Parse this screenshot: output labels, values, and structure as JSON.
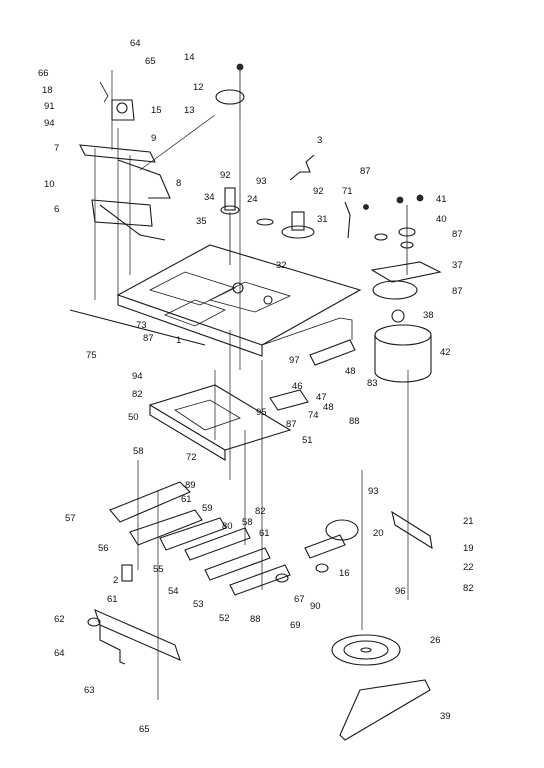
{
  "diagram": {
    "callouts": [
      {
        "id": "c64a",
        "text": "64"
      },
      {
        "id": "c65a",
        "text": "65"
      },
      {
        "id": "c66",
        "text": "66"
      },
      {
        "id": "c14",
        "text": "14"
      },
      {
        "id": "c12",
        "text": "12"
      },
      {
        "id": "c18",
        "text": "18"
      },
      {
        "id": "c91",
        "text": "91"
      },
      {
        "id": "c15",
        "text": "15"
      },
      {
        "id": "c13",
        "text": "13"
      },
      {
        "id": "c94a",
        "text": "94"
      },
      {
        "id": "c9",
        "text": "9"
      },
      {
        "id": "c3",
        "text": "3"
      },
      {
        "id": "c7",
        "text": "7"
      },
      {
        "id": "c92a",
        "text": "92"
      },
      {
        "id": "c93a",
        "text": "93"
      },
      {
        "id": "c87a",
        "text": "87"
      },
      {
        "id": "c10",
        "text": "10"
      },
      {
        "id": "c8",
        "text": "8"
      },
      {
        "id": "c34",
        "text": "34"
      },
      {
        "id": "c24",
        "text": "24"
      },
      {
        "id": "c92b",
        "text": "92"
      },
      {
        "id": "c71",
        "text": "71"
      },
      {
        "id": "c41",
        "text": "41"
      },
      {
        "id": "c6",
        "text": "6"
      },
      {
        "id": "c31",
        "text": "31"
      },
      {
        "id": "c40",
        "text": "40"
      },
      {
        "id": "c35",
        "text": "35"
      },
      {
        "id": "c87b",
        "text": "87"
      },
      {
        "id": "c32",
        "text": "32"
      },
      {
        "id": "c37",
        "text": "37"
      },
      {
        "id": "c87c",
        "text": "87"
      },
      {
        "id": "c73",
        "text": "73"
      },
      {
        "id": "c38",
        "text": "38"
      },
      {
        "id": "c87d",
        "text": "87"
      },
      {
        "id": "c1",
        "text": "1"
      },
      {
        "id": "c75",
        "text": "75"
      },
      {
        "id": "c42",
        "text": "42"
      },
      {
        "id": "c97",
        "text": "97"
      },
      {
        "id": "c83",
        "text": "83"
      },
      {
        "id": "c94b",
        "text": "94"
      },
      {
        "id": "c46",
        "text": "46"
      },
      {
        "id": "c47",
        "text": "47"
      },
      {
        "id": "c48a",
        "text": "48"
      },
      {
        "id": "c48b",
        "text": "48"
      },
      {
        "id": "c82a",
        "text": "82"
      },
      {
        "id": "c88a",
        "text": "88"
      },
      {
        "id": "c50",
        "text": "50"
      },
      {
        "id": "c95",
        "text": "95"
      },
      {
        "id": "c74",
        "text": "74"
      },
      {
        "id": "c87e",
        "text": "87"
      },
      {
        "id": "c51",
        "text": "51"
      },
      {
        "id": "c58a",
        "text": "58"
      },
      {
        "id": "c72",
        "text": "72"
      },
      {
        "id": "c89",
        "text": "89"
      },
      {
        "id": "c61a",
        "text": "61"
      },
      {
        "id": "c93b",
        "text": "93"
      },
      {
        "id": "c82b",
        "text": "82"
      },
      {
        "id": "c57",
        "text": "57"
      },
      {
        "id": "c59",
        "text": "59"
      },
      {
        "id": "c80",
        "text": "80"
      },
      {
        "id": "c58b",
        "text": "58"
      },
      {
        "id": "c20",
        "text": "20"
      },
      {
        "id": "c21",
        "text": "21"
      },
      {
        "id": "c56",
        "text": "56"
      },
      {
        "id": "c61b",
        "text": "61"
      },
      {
        "id": "c19",
        "text": "19"
      },
      {
        "id": "c55",
        "text": "55"
      },
      {
        "id": "c16",
        "text": "16"
      },
      {
        "id": "c22",
        "text": "22"
      },
      {
        "id": "c2",
        "text": "2"
      },
      {
        "id": "c54",
        "text": "54"
      },
      {
        "id": "c53",
        "text": "53"
      },
      {
        "id": "c82c",
        "text": "82"
      },
      {
        "id": "c61c",
        "text": "61"
      },
      {
        "id": "c67",
        "text": "67"
      },
      {
        "id": "c90",
        "text": "90"
      },
      {
        "id": "c96",
        "text": "96"
      },
      {
        "id": "c62",
        "text": "62"
      },
      {
        "id": "c52",
        "text": "52"
      },
      {
        "id": "c88b",
        "text": "88"
      },
      {
        "id": "c69",
        "text": "69"
      },
      {
        "id": "c26",
        "text": "26"
      },
      {
        "id": "c64b",
        "text": "64"
      },
      {
        "id": "c63",
        "text": "63"
      },
      {
        "id": "c39",
        "text": "39"
      },
      {
        "id": "c65b",
        "text": "65"
      }
    ]
  }
}
